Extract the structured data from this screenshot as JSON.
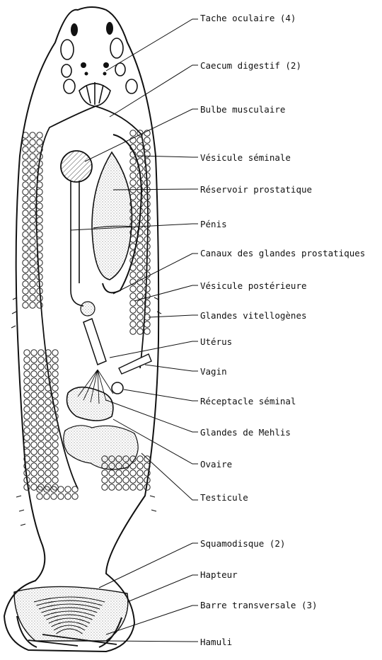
{
  "labels": {
    "tache_oculaire": "Tache oculaire (4)",
    "caecum_digestif": "Caecum digestif (2)",
    "bulbe_musculaire": "Bulbe musculaire",
    "vesicule_seminale": "Vésicule séminale",
    "reservoir_prostatique": "Réservoir prostatique",
    "penis": "Pénis",
    "canaux_glandes": "Canaux des glandes prostatiques",
    "vesicule_posterieure": "Vésicule postérieure",
    "glandes_vitellogenes": "Glandes vitellogènes",
    "uterus": "Utérus",
    "vagin": "Vagin",
    "receptacle_seminal": "Réceptacle séminal",
    "glandes_mehlis": "Glandes de Mehlis",
    "ovaire": "Ovaire",
    "testicule": "Testicule",
    "squamodisque": "Squamodisque (2)",
    "hapteur": "Hapteur",
    "barre_transversale": "Barre transversale (3)",
    "hamuli": "Hamuli"
  },
  "colors": {
    "ink": "#111111",
    "paper": "#ffffff",
    "stipple": "#555555"
  }
}
